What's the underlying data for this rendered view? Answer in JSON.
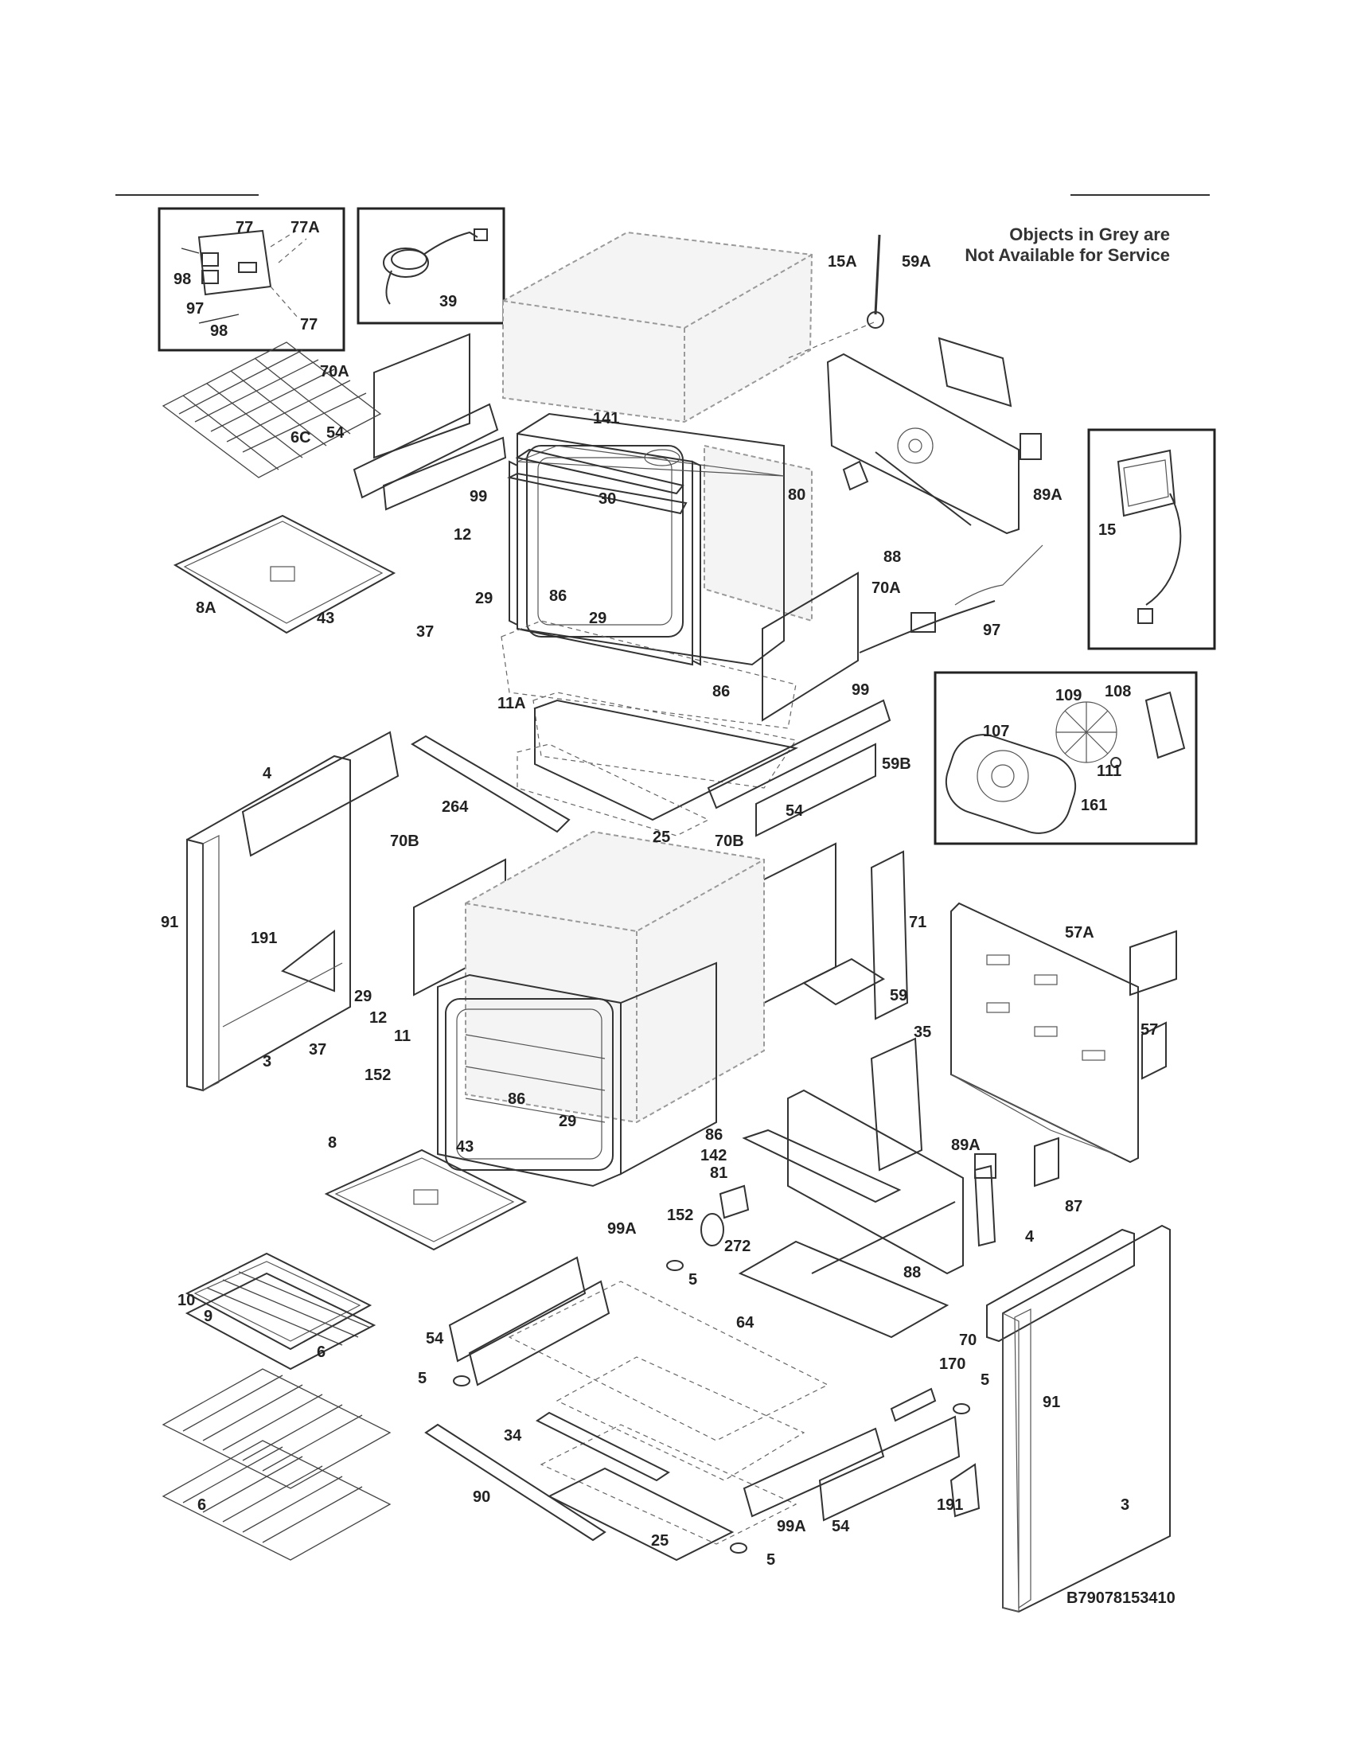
{
  "note": {
    "line1": "Objects in Grey are",
    "line2": "Not Available for Service"
  },
  "diagram_code": "B79078153410",
  "callouts": {
    "c77a": "77",
    "c77b": "77A",
    "c98a": "98",
    "c97a": "97",
    "c98b": "98",
    "c77c": "77",
    "c39": "39",
    "c15a": "15A",
    "c59a": "59A",
    "c89a_top": "89A",
    "c80": "80",
    "c88_top": "88",
    "c15": "15",
    "c70a_left": "70A",
    "c54_left": "54",
    "c6c": "6C",
    "c99_left": "99",
    "c141": "141",
    "c30": "30",
    "c12_top": "12",
    "c29_top": "29",
    "c86_top": "86",
    "c29_mid": "29",
    "c70a_right": "70A",
    "c97b": "97",
    "c8a": "8A",
    "c43_top": "43",
    "c37_top": "37",
    "c11a": "11A",
    "c86_mid": "86",
    "c99_right": "99",
    "c108": "108",
    "c109": "109",
    "c107": "107",
    "c111": "111",
    "c161": "161",
    "c264": "264",
    "c4_left": "4",
    "c25_top": "25",
    "c54_mid": "54",
    "c59b": "59B",
    "c70b_left": "70B",
    "c70b_right": "70B",
    "c91_left": "91",
    "c191_left": "191",
    "c71": "71",
    "c57a": "57A",
    "c29_low": "29",
    "c12_low": "12",
    "c59": "59",
    "c11": "11",
    "c35": "35",
    "c3_left": "3",
    "c37_low": "37",
    "c152a": "152",
    "c57": "57",
    "c86_low": "86",
    "c29_low2": "29",
    "c43_low": "43",
    "c8": "8",
    "c86_b": "86",
    "c142": "142",
    "c81": "81",
    "c89a_low": "89A",
    "c87": "87",
    "c152b": "152",
    "c272": "272",
    "c99a_top": "99A",
    "c4_right": "4",
    "c10": "10",
    "c9": "9",
    "c5_a": "5",
    "c88_low": "88",
    "c54_low": "54",
    "c64": "64",
    "c70": "70",
    "c6_top": "6",
    "c170": "170",
    "c5_b": "5",
    "c5_c": "5",
    "c91_right": "91",
    "c34": "34",
    "c6_low": "6",
    "c90": "90",
    "c191_right": "191",
    "c3_right": "3",
    "c25_low": "25",
    "c99a_low": "99A",
    "c54_bot": "54",
    "c5_d": "5"
  }
}
